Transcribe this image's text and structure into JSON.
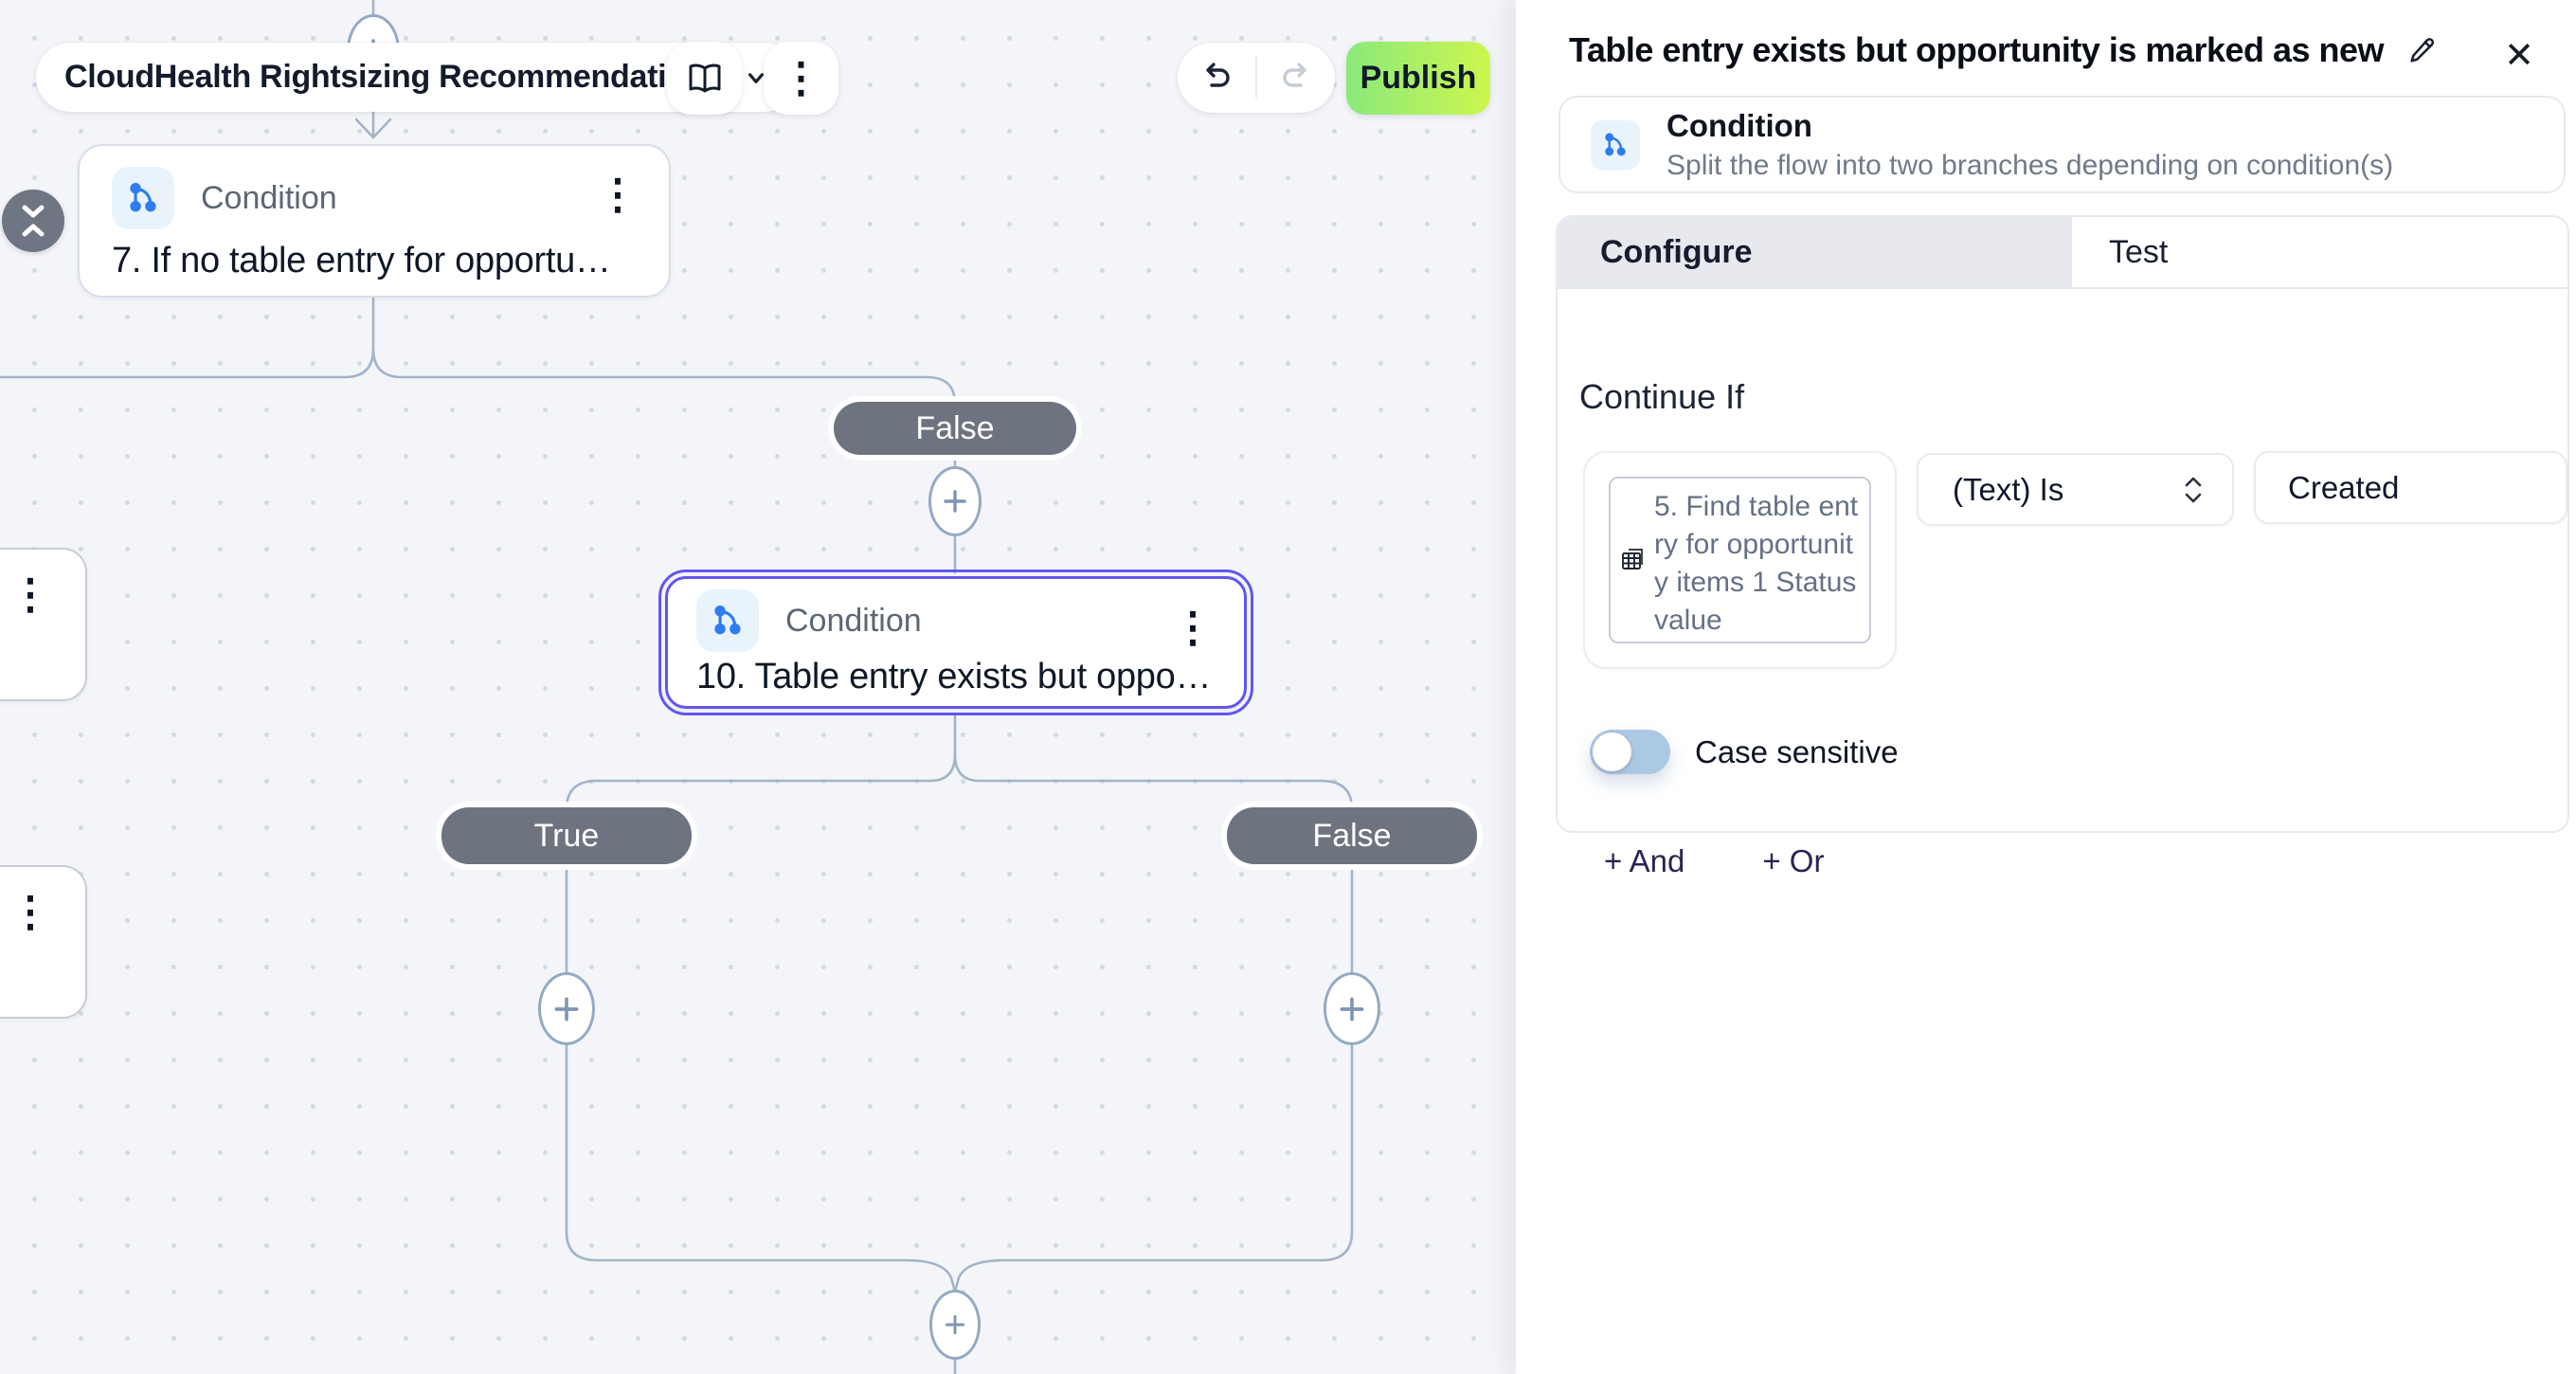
{
  "toolbar": {
    "flow_selector_label": "CloudHealth Rightsizing Recommendations",
    "publish_label": "Publish"
  },
  "canvas": {
    "node_7": {
      "type_label": "Condition",
      "title": "7. If no table entry for opportu…"
    },
    "node_10": {
      "type_label": "Condition",
      "title": "10. Table entry exists but oppor…"
    },
    "branch_pills": {
      "top_false": "False",
      "true": "True",
      "bottom_false": "False"
    }
  },
  "panel": {
    "title": "Table entry exists but opportunity is marked as new",
    "block": {
      "name": "Condition",
      "description": "Split the flow into two branches depending on condition(s)"
    },
    "tabs": {
      "configure": "Configure",
      "test": "Test"
    },
    "section_heading": "Continue If",
    "rule": {
      "left_operand": "5. Find table entry for opportunity items 1 Status value",
      "operator": "(Text) Is",
      "right_operand": "Created"
    },
    "case_sensitive_label": "Case sensitive",
    "add_and": "+ And",
    "add_or": "+ Or"
  },
  "icons": {
    "kebab": "⋮",
    "close": "✕"
  },
  "colors": {
    "selection": "#6156f0",
    "branch_pill": "#6d7480",
    "icon_blue": "#2e7cf0",
    "icon_blue_bg": "#e9f3fc",
    "publish_from": "#8ae97c",
    "publish_to": "#cdf64d",
    "toggle_track": "#abc9e5",
    "connector": "#a3b4c8"
  }
}
